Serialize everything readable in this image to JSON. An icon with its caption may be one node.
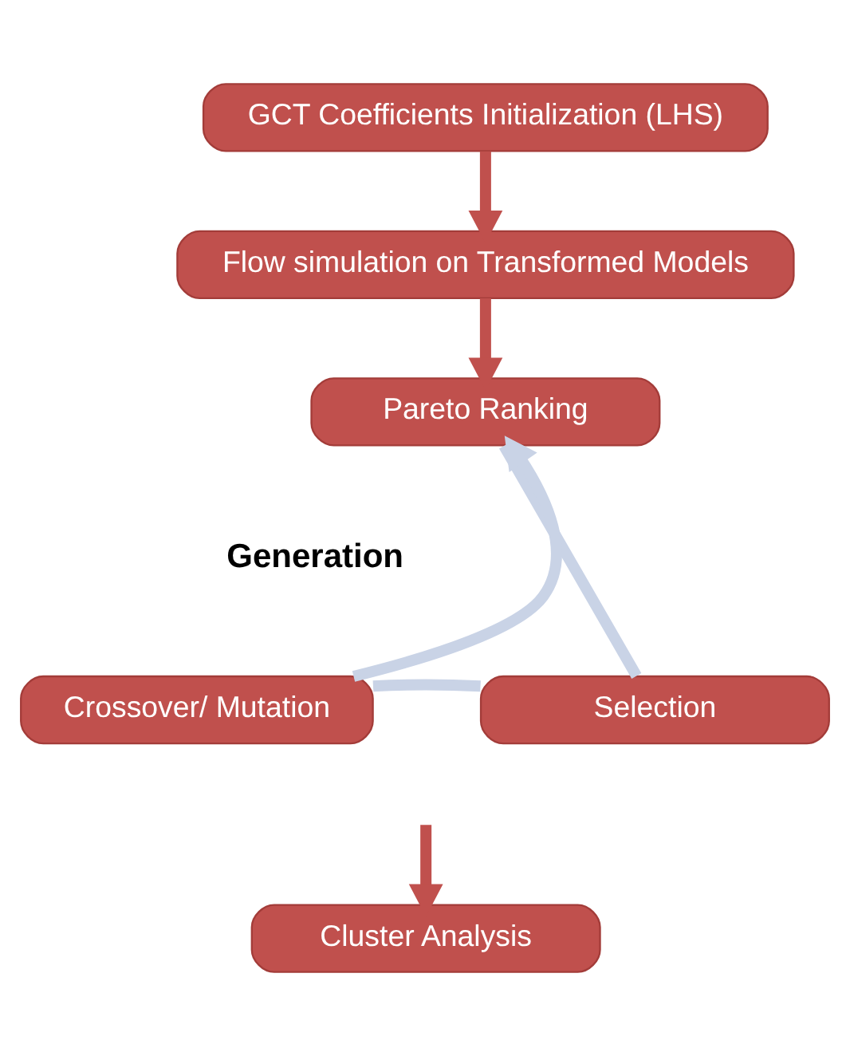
{
  "diagram": {
    "nodes": [
      {
        "text": [
          "GCT Coefficients Initialization (LHS)"
        ]
      },
      {
        "text": [
          "Flow simulation on Transformed Models"
        ]
      },
      {
        "text": [
          "Pareto Ranking"
        ]
      },
      {
        "text": [
          "Crossover/ Mutation"
        ]
      },
      {
        "text": [
          "Selection"
        ]
      },
      {
        "text": [
          "Cluster Analysis"
        ]
      }
    ],
    "edges": [
      {
        "from": 0,
        "to": 1,
        "arrow": "to"
      },
      {
        "from": 1,
        "to": 2,
        "arrow": "to"
      },
      {
        "from": 2,
        "to": 4,
        "arrow": "none",
        "color": "#c9d3e6"
      },
      {
        "from": 4,
        "to": 3,
        "arrow": "none",
        "color": "#c9d3e6"
      },
      {
        "from": 3,
        "to": 2,
        "arrow": "to",
        "color": "#c9d3e6"
      },
      {
        "from": null,
        "to": 5,
        "arrow": "to"
      }
    ],
    "labels": [
      "Generation"
    ]
  }
}
